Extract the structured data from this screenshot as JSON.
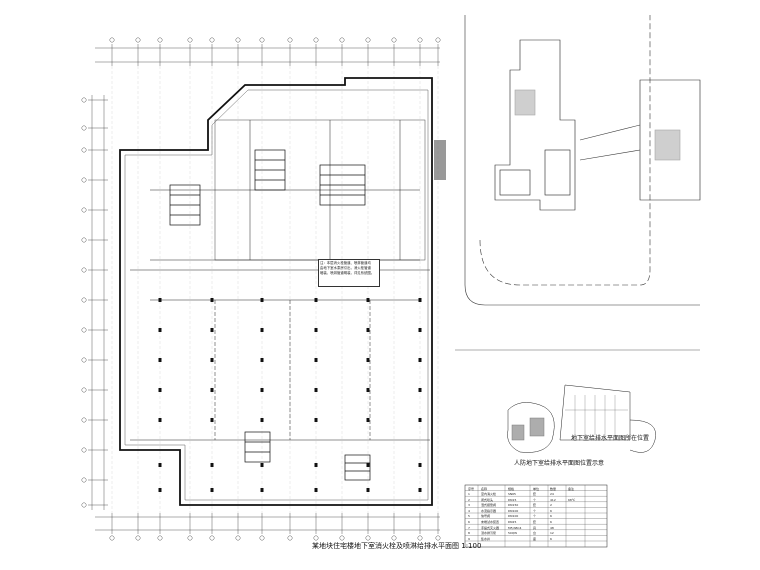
{
  "drawing": {
    "main_title": "某地块住宅楼地下室消火栓及喷淋给排水平面图",
    "main_title_scale": "1:100",
    "location_plan_title": "人防地下室给排水平面图位置示意",
    "site_plan_title": "地下室给排水平面图所在位置",
    "notice_lines": [
      "注：本层消火栓管道、喷淋管道均",
      "由地下室水泵房引出，消火栓管道",
      "暗装，喷淋管道明装，详见系统图。"
    ]
  },
  "legend": {
    "columns": [
      "序号",
      "名称",
      "规格",
      "单位",
      "数量",
      "备注"
    ],
    "rows": [
      [
        "1",
        "室内消火栓",
        "SN65",
        "套",
        "24",
        ""
      ],
      [
        "2",
        "闭式喷头",
        "DN15",
        "个",
        "412",
        "68℃"
      ],
      [
        "3",
        "湿式报警阀",
        "DN150",
        "套",
        "2",
        ""
      ],
      [
        "4",
        "水流指示器",
        "DN100",
        "个",
        "6",
        ""
      ],
      [
        "5",
        "信号阀",
        "DN100",
        "个",
        "6",
        ""
      ],
      [
        "6",
        "末端试水装置",
        "DN25",
        "套",
        "6",
        ""
      ],
      [
        "7",
        "手提式灭火器",
        "MF/ABC4",
        "具",
        "48",
        ""
      ],
      [
        "8",
        "潜水排污泵",
        "50QW",
        "台",
        "12",
        ""
      ],
      [
        "9",
        "集水井",
        "",
        "座",
        "6",
        ""
      ]
    ]
  },
  "colors": {
    "line": "#111111",
    "gray": "#777777",
    "hatch": "#444444"
  }
}
